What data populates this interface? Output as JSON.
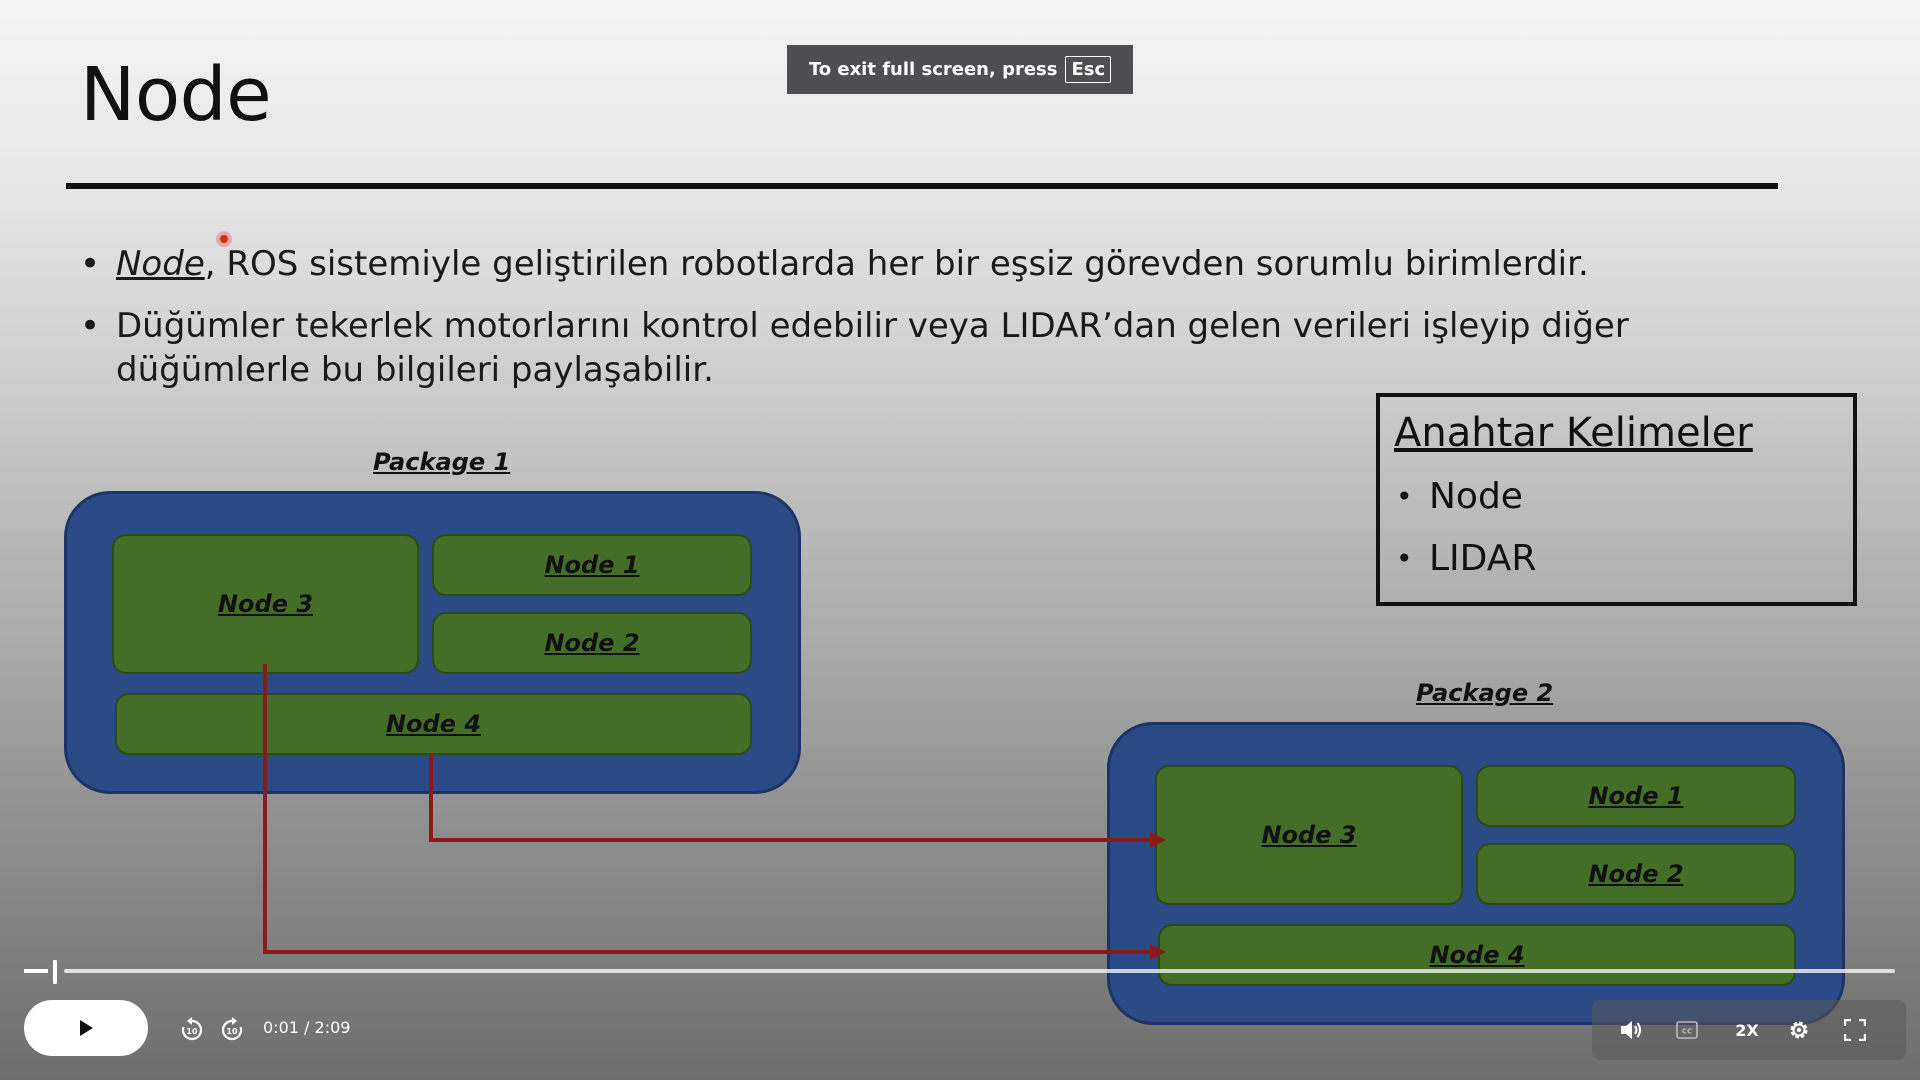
{
  "slide": {
    "title": "Node",
    "bullets": [
      {
        "lead": "Node",
        "rest": ", ROS sistemiyle geliştirilen robotlarda her bir eşsiz görevden sorumlu birimlerdir."
      },
      {
        "lead": "",
        "rest": "Düğümler tekerlek motorlarını kontrol edebilir veya LIDAR’dan gelen verileri işleyip diğer düğümlerle bu bilgileri paylaşabilir."
      }
    ],
    "bullet_glyph": "•",
    "keywords": {
      "title": "Anahtar Kelimeler",
      "items": [
        "Node",
        "LIDAR"
      ]
    },
    "package1": {
      "label": "Package 1",
      "nodes": {
        "node1": "Node 1",
        "node2": "Node 2",
        "node3": "Node 3",
        "node4": "Node 4"
      }
    },
    "package2": {
      "label": "Package 2",
      "nodes": {
        "node1": "Node 1",
        "node2": "Node 2",
        "node3": "Node 3",
        "node4": "Node 4"
      }
    },
    "colors": {
      "package_fill": "#2a4a86",
      "node_fill": "#446d27",
      "arrow": "#8b1a1a"
    }
  },
  "fullscreen_toast": {
    "text": "To exit full screen, press",
    "key": "Esc"
  },
  "player": {
    "current_time": "0:01",
    "duration": "/ 2:09",
    "speed": "2X",
    "progress_fraction": 0.005,
    "icons": [
      "play-icon",
      "rewind-10-icon",
      "forward-10-icon",
      "volume-icon",
      "captions-icon",
      "settings-icon",
      "fullscreen-exit-icon"
    ]
  }
}
